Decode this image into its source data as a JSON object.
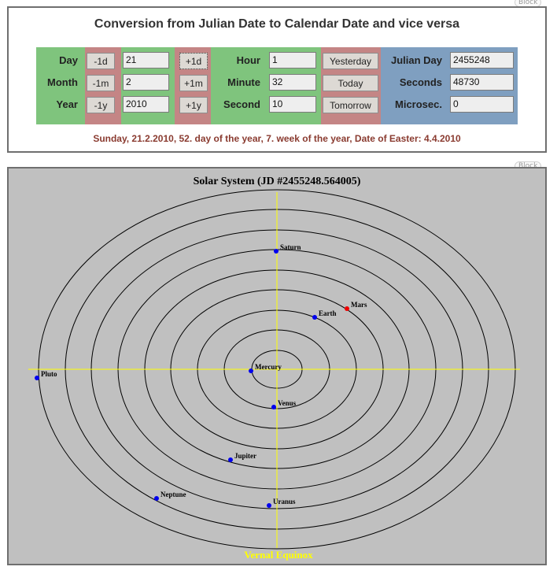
{
  "block_labels": [
    "Block",
    "Block"
  ],
  "converter": {
    "title": "Conversion from Julian Date to Calendar Date and vice versa",
    "date": {
      "rows": [
        {
          "label": "Day",
          "minus": "-1d",
          "value": "21",
          "plus": "+1d"
        },
        {
          "label": "Month",
          "minus": "-1m",
          "value": "2",
          "plus": "+1m"
        },
        {
          "label": "Year",
          "minus": "-1y",
          "value": "2010",
          "plus": "+1y"
        }
      ]
    },
    "time": {
      "rows": [
        {
          "label": "Hour",
          "value": "1",
          "button": "Yesterday"
        },
        {
          "label": "Minute",
          "value": "32",
          "button": "Today"
        },
        {
          "label": "Second",
          "value": "10",
          "button": "Tomorrow"
        }
      ]
    },
    "julian": {
      "rows": [
        {
          "label": "Julian Day",
          "value": "2455248"
        },
        {
          "label": "Seconds",
          "value": "48730"
        },
        {
          "label": "Microsec.",
          "value": "0"
        }
      ]
    },
    "summary": "Sunday, 21.2.2010, 52. day of the year, 7. week of the year, Date of Easter: 4.4.2010",
    "colors": {
      "green": "#7fc47d",
      "rose": "#c48585",
      "blue": "#7f9fc0",
      "summary_text": "#8a3b30"
    }
  },
  "solar_system": {
    "title": "Solar System (JD #2455248.564005)",
    "axis_label": "Vernal Equinox",
    "orbit_count": 9,
    "planets": [
      {
        "name": "Mercury",
        "color": "#0000ee"
      },
      {
        "name": "Venus",
        "color": "#0000ee"
      },
      {
        "name": "Earth",
        "color": "#0000ee"
      },
      {
        "name": "Mars",
        "color": "#ee0000"
      },
      {
        "name": "Jupiter",
        "color": "#0000ee"
      },
      {
        "name": "Saturn",
        "color": "#0000ee"
      },
      {
        "name": "Uranus",
        "color": "#0000ee"
      },
      {
        "name": "Neptune",
        "color": "#0000ee"
      },
      {
        "name": "Pluto",
        "color": "#0000ee"
      }
    ],
    "colors": {
      "background": "#c0c0c0",
      "orbit": "#000000",
      "axis": "#ffff00",
      "axis_label": "#ffff00"
    }
  }
}
